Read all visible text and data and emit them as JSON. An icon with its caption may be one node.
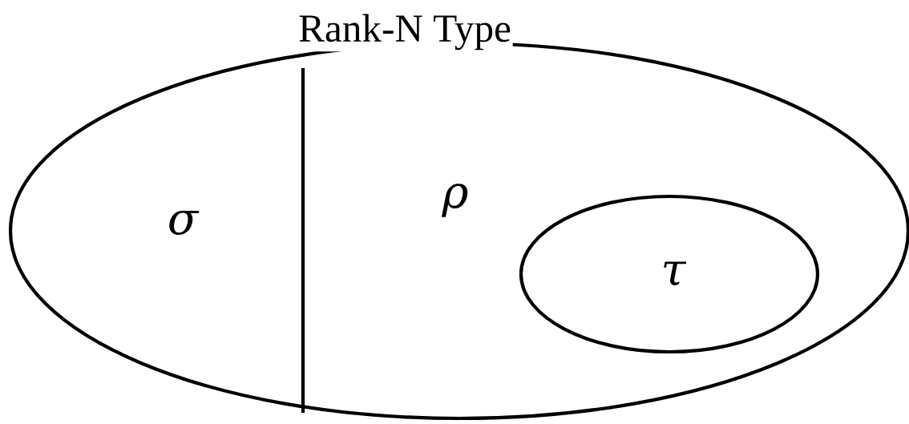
{
  "diagram": {
    "nodes": [
      {
        "text": [
          "Rank-N Type"
        ]
      },
      {
        "text": [
          "τ"
        ],
        "in": 0
      }
    ],
    "labels": [
      "σ",
      "ρ"
    ]
  }
}
